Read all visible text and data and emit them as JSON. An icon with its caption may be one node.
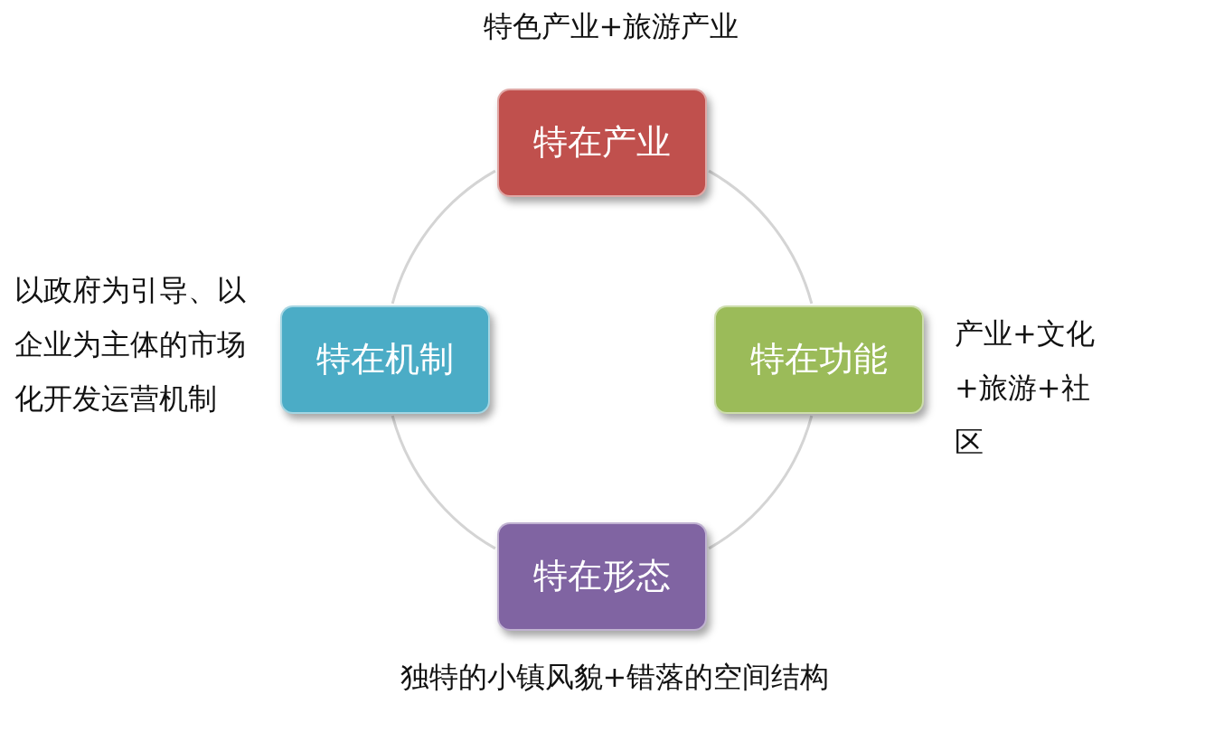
{
  "diagram": {
    "nodes": [
      {
        "text": [
          "特在产业"
        ],
        "beside": [
          "特色产业+旅游产业"
        ]
      },
      {
        "text": [
          "特在机制"
        ],
        "beside": [
          "以政府为引导、以企业为主体的市场化开发运营机制"
        ]
      },
      {
        "text": [
          "特在功能"
        ],
        "beside": [
          "产业+文化+旅游+社区"
        ]
      },
      {
        "text": [
          "特在形态"
        ],
        "beside": [
          "独特的小镇风貌+错落的空间结构"
        ]
      }
    ],
    "edges": [
      {
        "from": 0,
        "to": 2,
        "arrow": "none"
      },
      {
        "from": 2,
        "to": 3,
        "arrow": "none"
      },
      {
        "from": 3,
        "to": 1,
        "arrow": "none"
      },
      {
        "from": 1,
        "to": 0,
        "arrow": "none"
      }
    ]
  }
}
